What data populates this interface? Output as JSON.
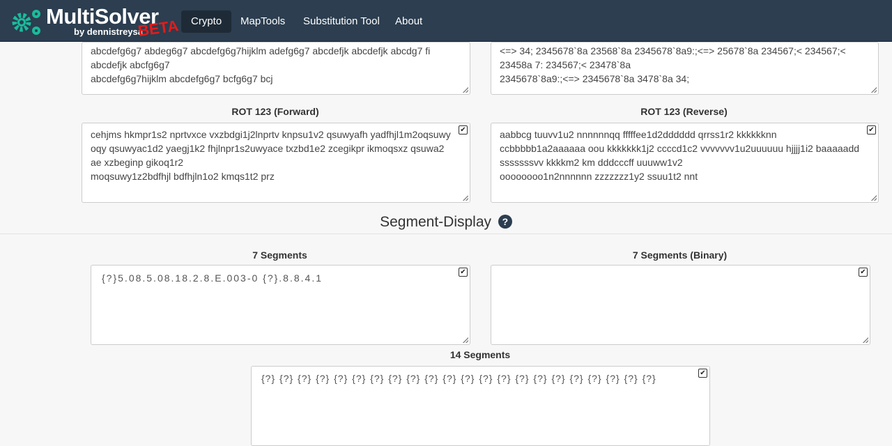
{
  "nav": {
    "logo": "MultiSolver",
    "byline": "by dennistreysa",
    "beta": "BETA",
    "items": [
      {
        "label": "Crypto",
        "active": true
      },
      {
        "label": "MapTools"
      },
      {
        "label": "Substitution Tool"
      },
      {
        "label": "About"
      }
    ]
  },
  "top_left": {
    "text": "abcdefg6g7 abdeg6g7 abcdefg6g7hijklm adefg6g7 abcdefjk abcdefjk abcdg7 fi\nabcdefjk abcfg6g7\nabcdefg6g7hijklm abcdefg6g7 bcfg6g7 bcj"
  },
  "top_right": {
    "text": "<=> 34; 2345678`8a 23568`8a 2345678`8a9:;<=> 25678`8a 234567;< 234567;<\n23458a 7: 234567;< 23478`8a\n2345678`8a9:;<=> 2345678`8a 3478`8a 34;"
  },
  "rot_forward": {
    "label": "ROT 123 (Forward)",
    "text": "cehjms hkmpr1s2 nprtvxce vxzbdgi1j2lnprtv knpsu1v2 qsuwyafh yadfhjl1m2oqsuwy oqy qsuwyac1d2 yaegj1k2 fhjlnpr1s2uwyace txzbd1e2 zcegikpr ikmoqsxz qsuwa2 ae xzbeginp gikoq1r2\nmoqsuwy1z2bdfhjl bdfhjln1o2 kmqs1t2 prz"
  },
  "rot_reverse": {
    "label": "ROT 123 (Reverse)",
    "text": "aabbcg tuuvv1u2 nnnnnnqq fffffee1d2dddddd qrrss1r2 kkkkkknn ccbbbbb1a2aaaaaa oou kkkkkkk1j2 ccccd1c2 vvvvvvv1u2uuuuuu hjjjj1i2 baaaaadd sssssssvv kkkkm2 km dddcccff uuuww1v2\noooooooo1n2nnnnnn zzzzzzz1y2 ssuu1t2 nnt"
  },
  "segment_section": {
    "title": "Segment-Display",
    "help": "?"
  },
  "seven_seg": {
    "label": "7 Segments",
    "text": "{?}5.08.5.08.18.2.8.E.003-0 {?}.8.8.4.1"
  },
  "seven_seg_binary": {
    "label": "7 Segments (Binary)",
    "text": ""
  },
  "fourteen_seg": {
    "label": "14 Segments",
    "text": "{?} {?} {?} {?} {?} {?} {?} {?} {?} {?} {?} {?} {?} {?} {?} {?} {?} {?} {?} {?} {?} {?}"
  }
}
